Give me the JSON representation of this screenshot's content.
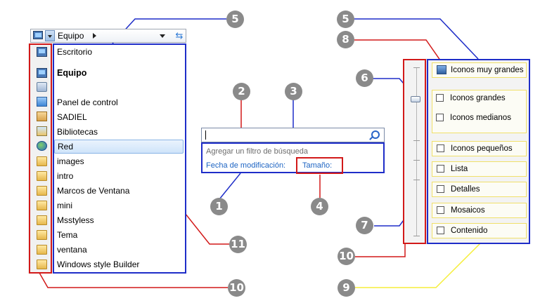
{
  "address_bar": {
    "crumb": "Equipo",
    "pc_icon": "computer-icon",
    "dropdown_icon": "chevron-down-icon",
    "refresh_icon": "refresh-icon",
    "refresh_glyph": "⇆"
  },
  "dropdown": {
    "items": [
      {
        "label": "Escritorio",
        "icon": "desktop-icon"
      },
      {
        "label": "Equipo",
        "icon": "computer-icon",
        "bold": true
      },
      {
        "label": "",
        "icon": "recycle-bin-icon"
      },
      {
        "label": "Panel de control",
        "icon": "control-panel-icon"
      },
      {
        "label": "SADIEL",
        "icon": "user-folder-icon"
      },
      {
        "label": "Bibliotecas",
        "icon": "libraries-icon"
      },
      {
        "label": "Red",
        "icon": "network-icon",
        "selected": true
      },
      {
        "label": "images",
        "icon": "folder-icon"
      },
      {
        "label": "intro",
        "icon": "folder-icon"
      },
      {
        "label": "Marcos de Ventana",
        "icon": "folder-icon"
      },
      {
        "label": "mini",
        "icon": "folder-icon"
      },
      {
        "label": "Msstyless",
        "icon": "folder-icon"
      },
      {
        "label": "Tema",
        "icon": "folder-icon"
      },
      {
        "label": "ventana",
        "icon": "folder-icon"
      },
      {
        "label": "Windows style Builder",
        "icon": "folder-icon"
      }
    ]
  },
  "search": {
    "value": "",
    "search_icon": "search-icon",
    "hint": "Agregar un filtro de búsqueda",
    "filter_date": "Fecha de modificación:",
    "filter_size": "Tamaño:"
  },
  "view_menu": {
    "items": [
      {
        "label": "Iconos muy grandes",
        "icon": "extra-large-icons-icon"
      },
      {
        "label": "Iconos grandes",
        "icon": "large-icons-icon"
      },
      {
        "label": "Iconos medianos",
        "icon": "medium-icons-icon"
      },
      {
        "label": "Iconos pequeños",
        "icon": "small-icons-icon"
      },
      {
        "label": "Lista",
        "icon": "list-view-icon"
      },
      {
        "label": "Detalles",
        "icon": "details-view-icon"
      },
      {
        "label": "Mosaicos",
        "icon": "tiles-view-icon"
      },
      {
        "label": "Contenido",
        "icon": "content-view-icon"
      }
    ],
    "slider_icon": "view-size-slider"
  },
  "callouts": [
    "1",
    "2",
    "3",
    "4",
    "5",
    "5",
    "6",
    "7",
    "8",
    "9",
    "10",
    "10",
    "11"
  ],
  "colors": {
    "callout_blue": "#1e2dc8",
    "callout_red": "#d21919",
    "callout_yellow": "#f5ee3a",
    "link_blue": "#1d64c3",
    "badge_gray": "#8a8a8a"
  }
}
